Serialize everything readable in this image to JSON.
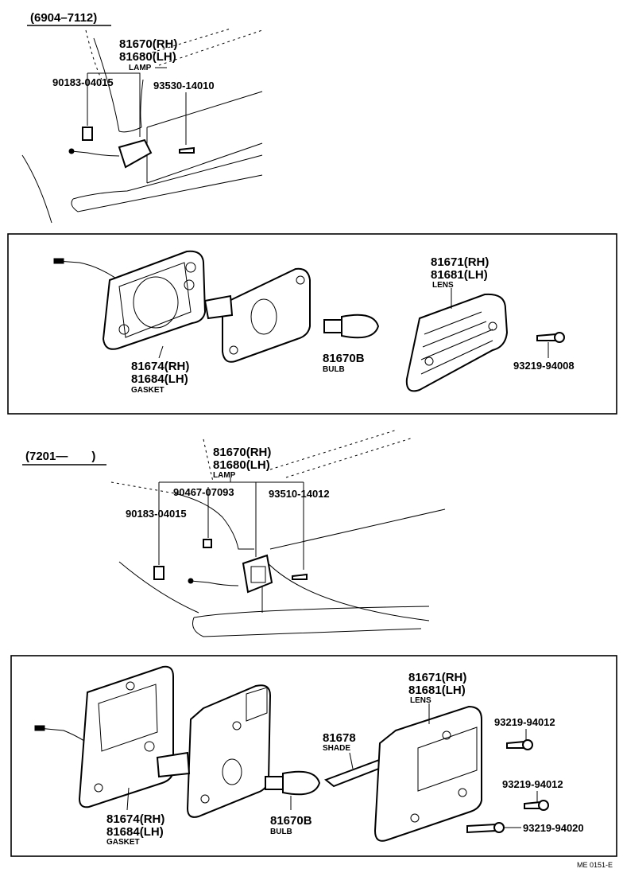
{
  "upper": {
    "period": "(6904–7112)",
    "lamp_rh": "81670(RH)",
    "lamp_lh": "81680(LH)",
    "lamp_name": "LAMP",
    "clip": "90183-04015",
    "screw": "93530-14010"
  },
  "box1": {
    "gasket_rh": "81674(RH)",
    "gasket_lh": "81684(LH)",
    "gasket_name": "GASKET",
    "bulb_no": "81670B",
    "bulb_name": "BULB",
    "lens_rh": "81671(RH)",
    "lens_lh": "81681(LH)",
    "lens_name": "LENS",
    "screw": "93219-94008"
  },
  "lower": {
    "period": "(7201—  )",
    "lamp_rh": "81670(RH)",
    "lamp_lh": "81680(LH)",
    "lamp_name": "LAMP",
    "nut": "90467-07093",
    "screw": "93510-14012",
    "clip": "90183-04015"
  },
  "box2": {
    "gasket_rh": "81674(RH)",
    "gasket_lh": "81684(LH)",
    "gasket_name": "GASKET",
    "bulb_no": "81670B",
    "bulb_name": "BULB",
    "shade_no": "81678",
    "shade_name": "SHADE",
    "lens_rh": "81671(RH)",
    "lens_lh": "81681(LH)",
    "lens_name": "LENS",
    "screw_a": "93219-94012",
    "screw_b": "93219-94012",
    "screw_c": "93219-94020"
  },
  "footer": {
    "code": "ME 0151-E"
  }
}
